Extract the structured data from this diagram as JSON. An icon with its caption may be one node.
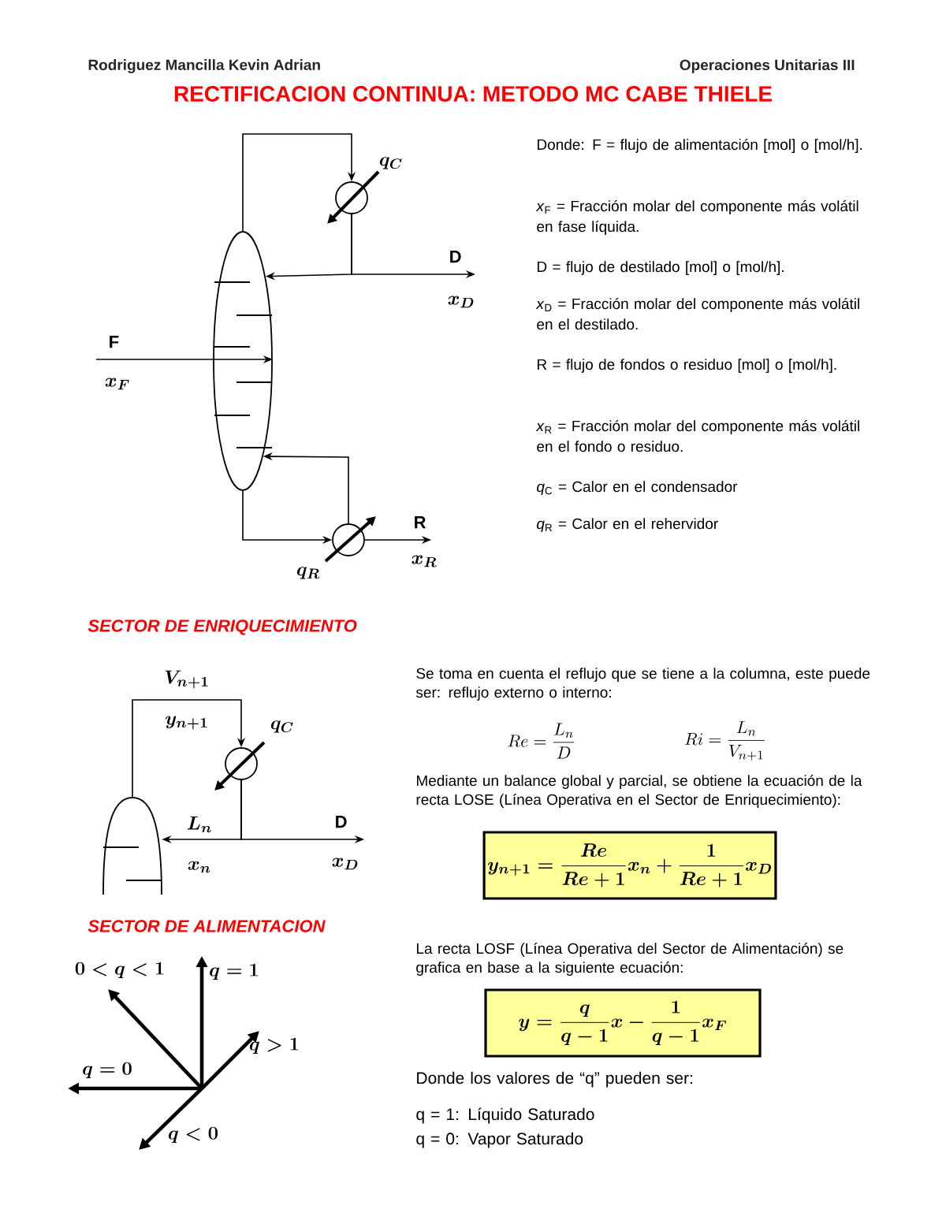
{
  "diagram": {
    "title": "RECTIFICACION CONTINUA: METODO MC CABE THIELE",
    "nodes": [
      {
        "text": [],
        "shape": "cylinder"
      },
      {
        "text": [],
        "shape": "circle"
      },
      {
        "text": [
          "D"
        ]
      },
      {
        "text": [
          "F"
        ]
      },
      {
        "text": [],
        "shape": "circle"
      },
      {
        "text": [
          "R"
        ]
      },
      {
        "text": [],
        "shape": "cylinder"
      },
      {
        "text": [],
        "shape": "circle"
      },
      {
        "text": [
          "D"
        ]
      },
      {
        "text": [
          "y_{n+1} = \\dfrac{Re}{Re+1}x_{n} + \\dfrac{1}{Re+1}x_{D}"
        ]
      },
      {
        "text": [
          "y = \\dfrac{q}{q-1}x - \\dfrac{1}{q-1}x_{F}"
        ]
      }
    ],
    "edges": [
      {
        "from": 0,
        "to": 1,
        "arrow": "to"
      },
      {
        "from": 1,
        "to": 0,
        "arrow": "to"
      },
      {
        "from": 1,
        "to": 2,
        "arrow": "to"
      },
      {
        "from": 3,
        "to": 0,
        "arrow": "to"
      },
      {
        "from": 0,
        "to": 4,
        "arrow": "to"
      },
      {
        "from": 4,
        "to": 0,
        "arrow": "to"
      },
      {
        "from": 4,
        "to": 5,
        "arrow": "to"
      },
      {
        "from": 6,
        "to": 7,
        "arrow": "to"
      },
      {
        "from": 7,
        "to": 6,
        "arrow": "to"
      },
      {
        "from": 7,
        "to": 8,
        "arrow": "to"
      }
    ],
    "labels": [
      "Rodriguez Mancilla Kevin Adrian",
      "Operaciones Unitarias III",
      "q_{C}",
      "x_{D}",
      "x_{F}",
      "x_{R}",
      "q_{R}",
      "Donde: F = flujo de alimentación [mol] o [mol/h].",
      "*x*$_{F}$ = Fracción molar del componente más volátil en fase líquida.",
      "D = flujo de destilado [mol] o [mol/h].",
      "*x*$_{D}$ = Fracción molar del componente más volátil en el destilado.",
      "R = flujo de fondos o residuo [mol] o [mol/h].",
      "*x*$_{R}$ = Fracción molar del componente más volátil en el fondo o residuo.",
      "*q*$_{C}$ = Calor en el condensador",
      "*q*$_{R}$ = Calor en el rehervidor",
      "SECTOR DE ENRIQUECIMIENTO",
      "V_{n+1}",
      "y_{n+1}",
      "q_{C}",
      "L_{n}",
      "x_{n}",
      "x_{D}",
      "Se toma en cuenta el reflujo que se tiene a la columna, este puede ser: reflujo externo o interno:",
      "Re = \\dfrac{L_{n}}{D}",
      "Ri = \\dfrac{L_{n}}{V_{n+1}}",
      "Mediante un balance global y parcial, se obtiene la ecuación de la recta LOSE (Línea Operativa en el Sector de Enriquecimiento):",
      "SECTOR DE ALIMENTACION",
      "La recta LOSF (Línea Operativa del Sector de Alimentación) se grafica en base a la siguiente ecuación:",
      "0 < q < 1",
      "q = 1",
      "q > 1",
      "q = 0",
      "q < 0",
      "Donde los valores de “q” pueden ser:",
      "q = 1: Líquido Saturado",
      "q = 0: Vapor Saturado"
    ]
  }
}
